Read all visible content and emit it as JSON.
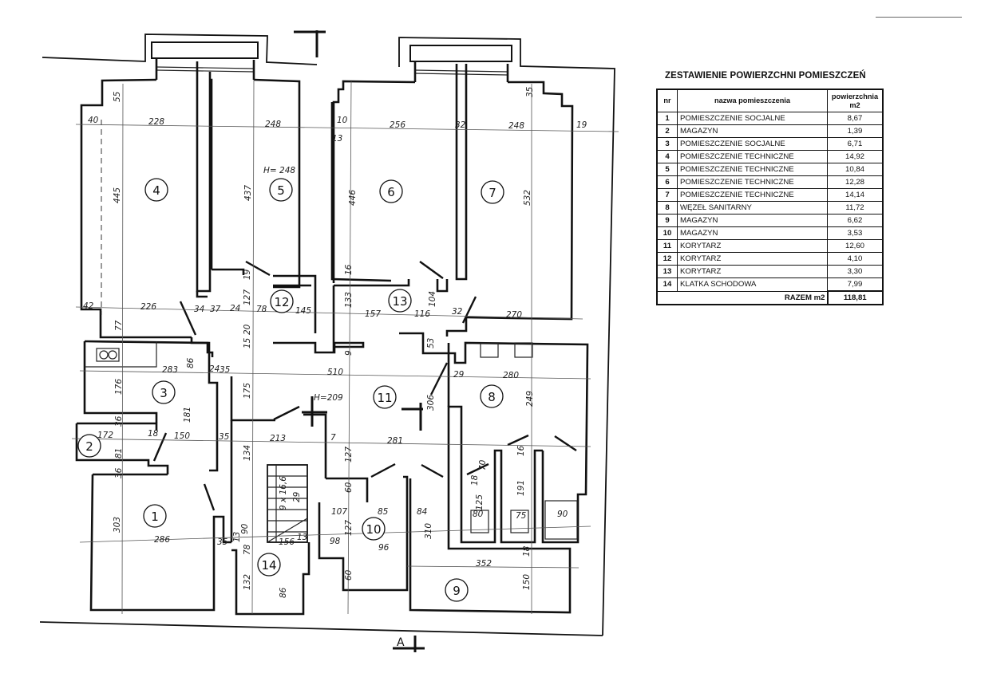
{
  "schedule": {
    "title": "ZESTAWIENIE POWIERZCHNI POMIESZCZEŃ",
    "headers": {
      "nr": "nr",
      "name": "nazwa pomieszczenia",
      "area_line1": "powierzchnia",
      "area_line2": "m2"
    },
    "rows": [
      {
        "nr": "1",
        "name": "POMIESZCZENIE SOCJALNE",
        "area": "8,67"
      },
      {
        "nr": "2",
        "name": "MAGAZYN",
        "area": "1,39"
      },
      {
        "nr": "3",
        "name": "POMIESZCZENIE SOCJALNE",
        "area": "6,71"
      },
      {
        "nr": "4",
        "name": "POMIESZCZENIE TECHNICZNE",
        "area": "14,92"
      },
      {
        "nr": "5",
        "name": "POMIESZCZENIE TECHNICZNE",
        "area": "10,84"
      },
      {
        "nr": "6",
        "name": "POMIESZCZENIE TECHNICZNE",
        "area": "12,28"
      },
      {
        "nr": "7",
        "name": "POMIESZCZENIE TECHNICZNE",
        "area": "14,14"
      },
      {
        "nr": "8",
        "name": "WĘZEŁ SANITARNY",
        "area": "11,72"
      },
      {
        "nr": "9",
        "name": "MAGAZYN",
        "area": "6,62"
      },
      {
        "nr": "10",
        "name": "MAGAZYN",
        "area": "3,53"
      },
      {
        "nr": "11",
        "name": "KORYTARZ",
        "area": "12,60"
      },
      {
        "nr": "12",
        "name": "KORYTARZ",
        "area": "4,10"
      },
      {
        "nr": "13",
        "name": "KORYTARZ",
        "area": "3,30"
      },
      {
        "nr": "14",
        "name": "KLATKA SCHODOWA",
        "area": "7,99"
      }
    ],
    "total_label": "RAZEM m2",
    "total_value": "118,81"
  },
  "plan": {
    "section_marker_bottom": "A",
    "rooms": [
      {
        "label": "1"
      },
      {
        "label": "2"
      },
      {
        "label": "3"
      },
      {
        "label": "4"
      },
      {
        "label": "5"
      },
      {
        "label": "6"
      },
      {
        "label": "7"
      },
      {
        "label": "8"
      },
      {
        "label": "9"
      },
      {
        "label": "10"
      },
      {
        "label": "11"
      },
      {
        "label": "12"
      },
      {
        "label": "13"
      },
      {
        "label": "14"
      }
    ],
    "height_notes": {
      "room5": "H= 248",
      "corridor": "H=209"
    },
    "stairs_note": {
      "count": "9 x 16,6",
      "tread": "29"
    },
    "dimensions": {
      "top": [
        "40",
        "228",
        "248",
        "10",
        "13",
        "256",
        "32",
        "248",
        "19"
      ],
      "top_vertical": [
        "55",
        "35"
      ],
      "vertical_rooms": [
        "445",
        "437",
        "446",
        "532"
      ],
      "row_12_13": [
        "42",
        "226",
        "34",
        "37",
        "24",
        "78",
        "145",
        "157",
        "116",
        "32",
        "270"
      ],
      "vertical_mid": [
        "19",
        "127",
        "16",
        "133",
        "104",
        "77",
        "20",
        "15",
        "53",
        "9"
      ],
      "row_3_11": [
        "283",
        "24",
        "35",
        "510",
        "29",
        "280"
      ],
      "vertical_3": [
        "86",
        "176",
        "181",
        "175",
        "306",
        "249",
        "36"
      ],
      "row_2": [
        "172",
        "18",
        "150",
        "35",
        "213",
        "7",
        "281"
      ],
      "vertical_lower": [
        "134",
        "81",
        "127",
        "70",
        "16",
        "191",
        "18",
        "125",
        "36"
      ],
      "row_1_10": [
        "303",
        "286",
        "35",
        "13",
        "90",
        "156",
        "13",
        "107",
        "85",
        "98",
        "96",
        "84",
        "80",
        "75",
        "90"
      ],
      "vertical_bottom": [
        "78",
        "60",
        "127",
        "310",
        "18",
        "132",
        "86",
        "60",
        "150"
      ],
      "row_9": [
        "352"
      ]
    }
  }
}
